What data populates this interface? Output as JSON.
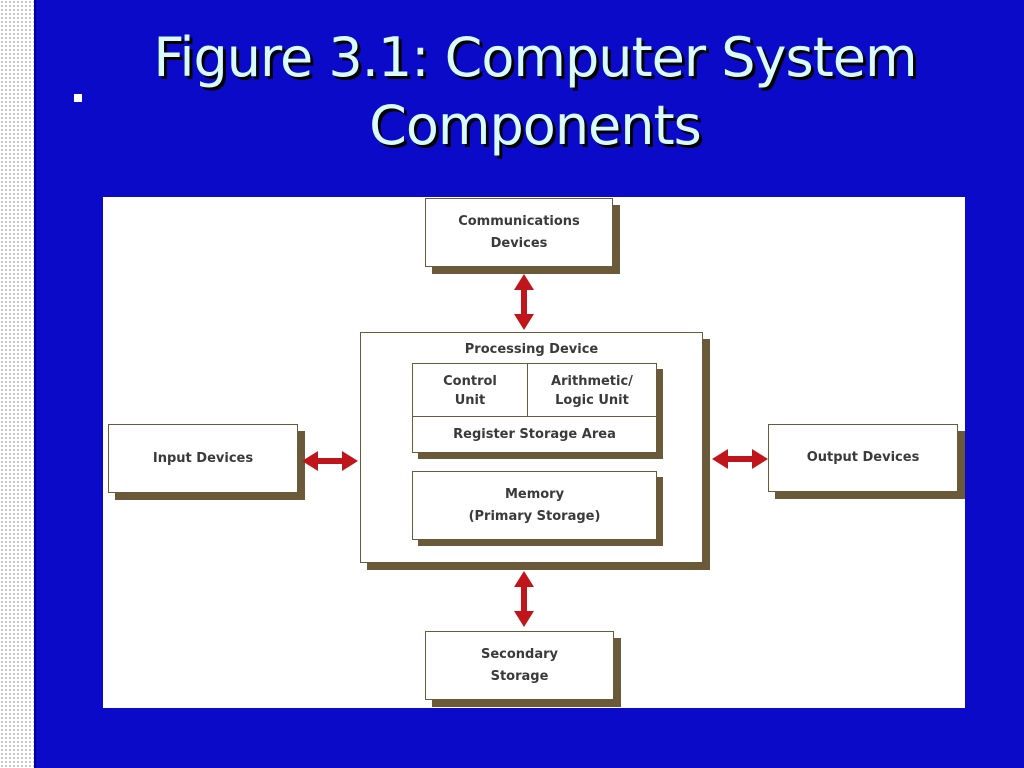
{
  "slide": {
    "title_line1": "Figure 3.1: Computer System",
    "title_line2": "Components"
  },
  "diagram": {
    "communications": {
      "line1": "Communications",
      "line2": "Devices"
    },
    "processing": {
      "title": "Processing Device",
      "control_unit": {
        "line1": "Control",
        "line2": "Unit"
      },
      "alu": {
        "line1": "Arithmetic/",
        "line2": "Logic Unit"
      },
      "register": "Register Storage Area",
      "memory": {
        "line1": "Memory",
        "line2": "(Primary Storage)"
      }
    },
    "input": "Input Devices",
    "output": "Output Devices",
    "secondary": {
      "line1": "Secondary",
      "line2": "Storage"
    }
  },
  "colors": {
    "background": "#0a0ac8",
    "title_text": "#d8fbff",
    "box_shadow": "#6b5a3a",
    "arrow": "#c0161b"
  },
  "icons": {
    "bullet": "square-bullet-icon",
    "arrow": "double-headed-arrow-icon"
  }
}
